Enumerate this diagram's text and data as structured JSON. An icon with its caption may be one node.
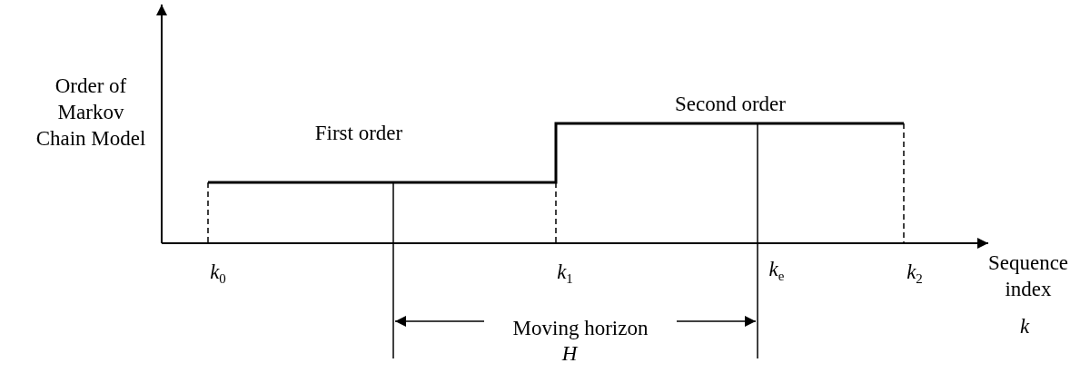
{
  "diagram": {
    "labels": [
      "Order of Markov Chain Model",
      "First order",
      "Second order",
      "*k*$_{0}$",
      "*k*$_{1}$",
      "k$_{e}$",
      "*k*$_{2}$",
      "Sequence index",
      "k",
      "Moving horizon",
      "H"
    ]
  }
}
